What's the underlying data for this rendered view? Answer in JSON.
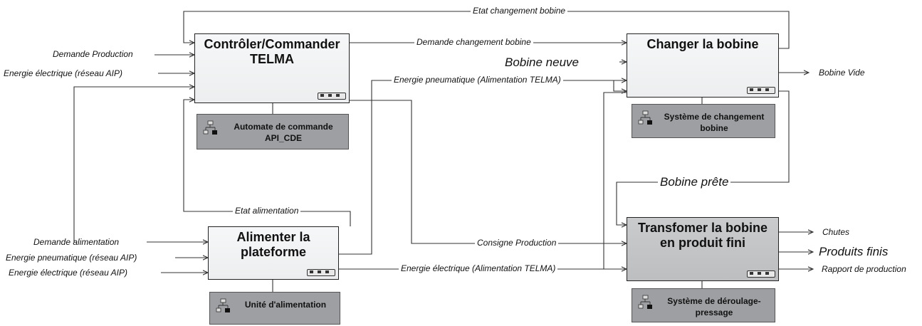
{
  "activities": {
    "controle": {
      "title": "Contrôler/Commander TELMA"
    },
    "changer": {
      "title": "Changer la bobine"
    },
    "alimenter": {
      "title": "Alimenter la plateforme"
    },
    "transformer": {
      "title": "Transfomer la bobine en produit fini"
    }
  },
  "mechanisms": {
    "automate": "Automate de commande API_CDE",
    "changement": "Système de changement bobine",
    "unite": "Unité d'alimentation",
    "deroulage": "Système de déroulage-pressage"
  },
  "flows": {
    "etat_changement": "Etat changement bobine",
    "demande_production": "Demande Production",
    "energie_elec_aip_1": "Energie électrique (réseau AIP)",
    "demande_changement": "Demande changement bobine",
    "bobine_neuve": "Bobine neuve",
    "energie_pneu_telma": "Energie pneumatique (Alimentation TELMA)",
    "bobine_vide": "Bobine Vide",
    "bobine_prete": "Bobine prête",
    "etat_alimentation": "Etat alimentation",
    "demande_alimentation": "Demande alimentation",
    "energie_pneu_aip": "Energie pneumatique (réseau AIP)",
    "energie_elec_aip_2": "Energie électrique (réseau AIP)",
    "consigne_production": "Consigne Production",
    "energie_elec_telma": "Energie électrique (Alimentation TELMA)",
    "chutes": "Chutes",
    "produits_finis": "Produits finis",
    "rapport_production": "Rapport de production"
  },
  "colors": {
    "line": "#333333",
    "box_light": "#eceeef",
    "box_dark": "#bcbec0",
    "mechanism": "#9d9fa2"
  }
}
